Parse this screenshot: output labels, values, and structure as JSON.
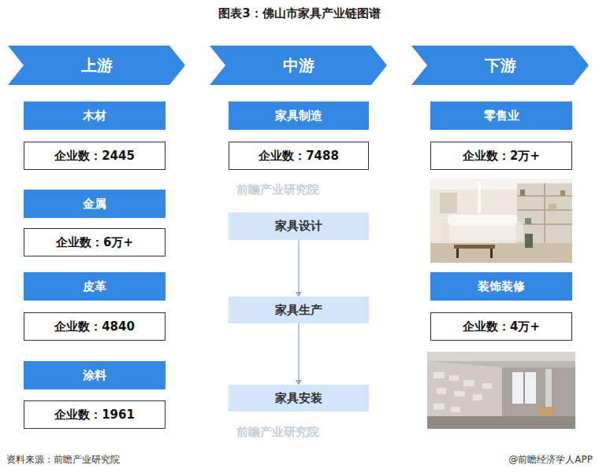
{
  "diagram": {
    "title": "图表3：佛山市家具产业链图谱",
    "nodes": [
      {
        "text": [
          "上游"
        ]
      },
      {
        "text": [
          "木材"
        ]
      },
      {
        "text": [
          "企业数：2445"
        ]
      },
      {
        "text": [
          "金属"
        ]
      },
      {
        "text": [
          "企业数：6万+"
        ]
      },
      {
        "text": [
          "皮革"
        ]
      },
      {
        "text": [
          "企业数：4840"
        ]
      },
      {
        "text": [
          "涂料"
        ]
      },
      {
        "text": [
          "企业数：1961"
        ]
      },
      {
        "text": [
          "中游"
        ]
      },
      {
        "text": [
          "家具制造"
        ]
      },
      {
        "text": [
          "企业数：7488"
        ]
      },
      {
        "text": [
          "家具设计"
        ]
      },
      {
        "text": [
          "家具生产"
        ]
      },
      {
        "text": [
          "家具安装"
        ]
      },
      {
        "text": [
          "下游"
        ]
      },
      {
        "text": [
          "零售业"
        ]
      },
      {
        "text": [
          "企业数：2万+"
        ]
      },
      {
        "text": [
          "装饰装修"
        ]
      },
      {
        "text": [
          "企业数：4万+"
        ]
      }
    ],
    "edges": [
      {
        "from": 12,
        "to": 13,
        "arrow": "to"
      },
      {
        "from": 13,
        "to": 14,
        "arrow": "to"
      }
    ],
    "labels": [
      "前瞻产业研究院",
      "前瞻产业研究院",
      "资料来源：前瞻产业研究院",
      "@前瞻经济学人APP"
    ]
  }
}
